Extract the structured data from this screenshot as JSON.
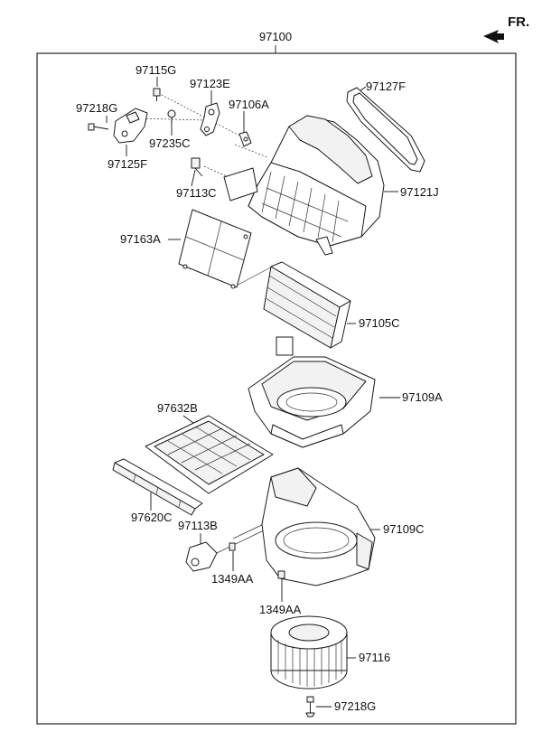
{
  "header": {
    "assembly_number": "97100",
    "orientation_label": "FR."
  },
  "parts": [
    {
      "id": "97115G"
    },
    {
      "id": "97123E"
    },
    {
      "id": "97127F"
    },
    {
      "id": "97218G"
    },
    {
      "id": "97106A"
    },
    {
      "id": "97235C"
    },
    {
      "id": "97125F"
    },
    {
      "id": "97113C"
    },
    {
      "id": "97121J"
    },
    {
      "id": "97163A"
    },
    {
      "id": "97105C"
    },
    {
      "id": "97109A"
    },
    {
      "id": "97632B"
    },
    {
      "id": "97620C"
    },
    {
      "id": "97113B"
    },
    {
      "id": "97109C"
    },
    {
      "id": "1349AA"
    },
    {
      "id": "1349AA"
    },
    {
      "id": "97116"
    },
    {
      "id": "97218G"
    }
  ]
}
